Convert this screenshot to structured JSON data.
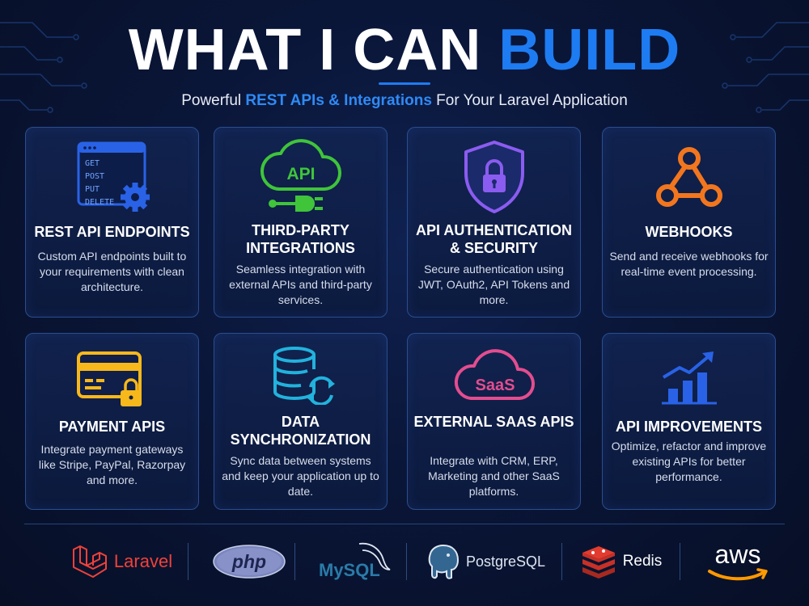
{
  "header": {
    "title_main": "WHAT I CAN ",
    "title_accent": "BUILD",
    "subtitle_before": "Powerful ",
    "subtitle_highlight": "REST APIs & Integrations",
    "subtitle_after": " For Your Laravel Application"
  },
  "cards": [
    {
      "title": "REST API ENDPOINTS",
      "desc": "Custom API endpoints built to your requirements with clean architecture.",
      "icon": "browser-gear-icon",
      "icon_lines": [
        "GET",
        "POST",
        "PUT",
        "DELETE"
      ]
    },
    {
      "title": "THIRD-PARTY INTEGRATIONS",
      "desc": "Seamless integration with external APIs and third-party services.",
      "icon": "cloud-plug-icon",
      "icon_text": "API"
    },
    {
      "title": "API AUTHENTICATION & SECURITY",
      "desc": "Secure authentication using JWT, OAuth2, API Tokens and more.",
      "icon": "shield-lock-icon"
    },
    {
      "title": "WEBHOOKS",
      "desc": "Send and receive webhooks for real-time event processing.",
      "icon": "webhook-icon"
    },
    {
      "title": "PAYMENT APIS",
      "desc": "Integrate payment gateways like Stripe, PayPal, Razorpay and more.",
      "icon": "credit-card-lock-icon"
    },
    {
      "title": "DATA SYNCHRONIZATION",
      "desc": "Sync data between systems and keep your application up to date.",
      "icon": "database-sync-icon"
    },
    {
      "title": "EXTERNAL SAAS APIS",
      "desc": "Integrate with CRM, ERP, Marketing and other SaaS platforms.",
      "icon": "cloud-saas-icon",
      "icon_text": "SaaS"
    },
    {
      "title": "API IMPROVEMENTS",
      "desc": "Optimize, refactor and improve existing APIs for better performance.",
      "icon": "bar-chart-arrow-icon"
    }
  ],
  "tech_logos": [
    {
      "name": "Laravel",
      "icon": "laravel-logo-icon",
      "color": "#f0413a"
    },
    {
      "name": "php",
      "icon": "php-logo-icon",
      "color": "#2a3d78"
    },
    {
      "name": "MySQL",
      "icon": "mysql-logo-icon",
      "color": "#2a7ba8"
    },
    {
      "name": "PostgreSQL",
      "icon": "postgresql-logo-icon",
      "color": "#dfe6f2"
    },
    {
      "name": "Redis",
      "icon": "redis-logo-icon",
      "color": "#e23b30"
    },
    {
      "name": "aws",
      "icon": "aws-logo-icon",
      "color": "#ff9900"
    }
  ],
  "colors": {
    "accent": "#1e7cf2",
    "background": "#0a1638",
    "card_border": "#2a4d8f",
    "icon_blue": "#2962e6",
    "icon_green": "#3fc43a",
    "icon_purple": "#8b5cf0",
    "icon_orange": "#f2761e",
    "icon_yellow": "#f7b81b",
    "icon_cyan": "#22b2dd",
    "icon_pink": "#e34d8f"
  }
}
